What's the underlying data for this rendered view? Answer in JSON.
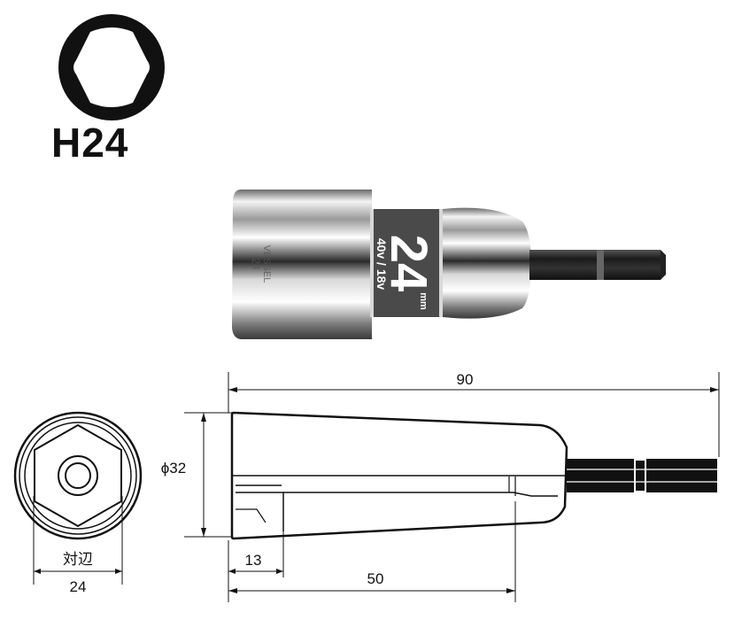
{
  "header": {
    "hex_icon": "hexagon-socket-icon",
    "size_code": "H24"
  },
  "product_photo": {
    "band_size": "24",
    "band_unit": "mm",
    "band_voltage": "40v / 18v",
    "engraved_brand": "VESSEL",
    "engraved_size": "24"
  },
  "dimensions": {
    "overall_length": "90",
    "diameter": "ϕ32",
    "socket_depth": "13",
    "body_length": "50",
    "across_flats_label": "対辺",
    "across_flats_value": "24"
  }
}
